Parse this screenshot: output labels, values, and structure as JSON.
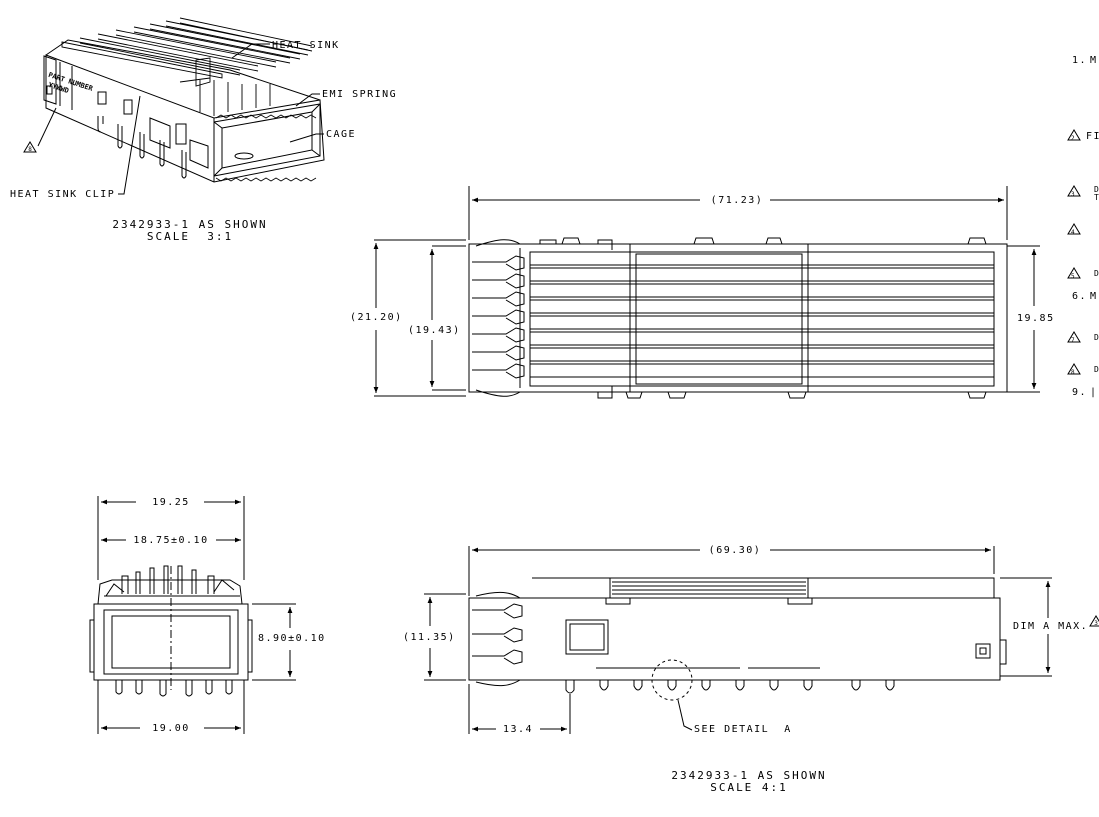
{
  "iso_view": {
    "callouts": {
      "heat_sink": "HEAT SINK",
      "emi_spring": "EMI SPRING",
      "cage": "CAGE",
      "heat_sink_clip": "HEAT SINK CLIP"
    },
    "part_marking": [
      "PART NUMBER",
      "YYWWD"
    ],
    "note_flag": "8",
    "caption": [
      "2342933-1 AS SHOWN",
      "SCALE  3:1"
    ]
  },
  "top_view": {
    "dims": {
      "length": "(71.23)",
      "outer_height": "(21.20)",
      "inner_height": "(19.43)",
      "right_height": "19.85"
    }
  },
  "end_view": {
    "dims": {
      "top_width": "19.25",
      "inner_width": "18.75±0.10",
      "height": "8.90±0.10",
      "bottom_width": "19.00"
    }
  },
  "side_view": {
    "dims": {
      "length": "(69.30)",
      "height": "(11.35)",
      "pin_offset": "13.4",
      "dim_a": "DIM A MAX."
    },
    "dim_a_flag": "3",
    "detail_label": "SEE DETAIL  A",
    "caption": [
      "2342933-1 AS SHOWN",
      "SCALE 4:1"
    ]
  },
  "notes": {
    "items": [
      {
        "flag": "",
        "num": "1.",
        "text": "M"
      },
      {
        "flag": "2",
        "num": "",
        "text": "FI"
      },
      {
        "flag": "3",
        "num": "",
        "text": "D"
      },
      {
        "flag": "3",
        "num": "",
        "text": "T"
      },
      {
        "flag": "4",
        "num": "",
        "text": ""
      },
      {
        "flag": "5",
        "num": "",
        "text": "D"
      },
      {
        "flag": "",
        "num": "6.",
        "text": "M"
      },
      {
        "flag": "7",
        "num": "",
        "text": "D"
      },
      {
        "flag": "8",
        "num": "",
        "text": "D"
      },
      {
        "flag": "",
        "num": "9.",
        "text": "|"
      }
    ]
  }
}
